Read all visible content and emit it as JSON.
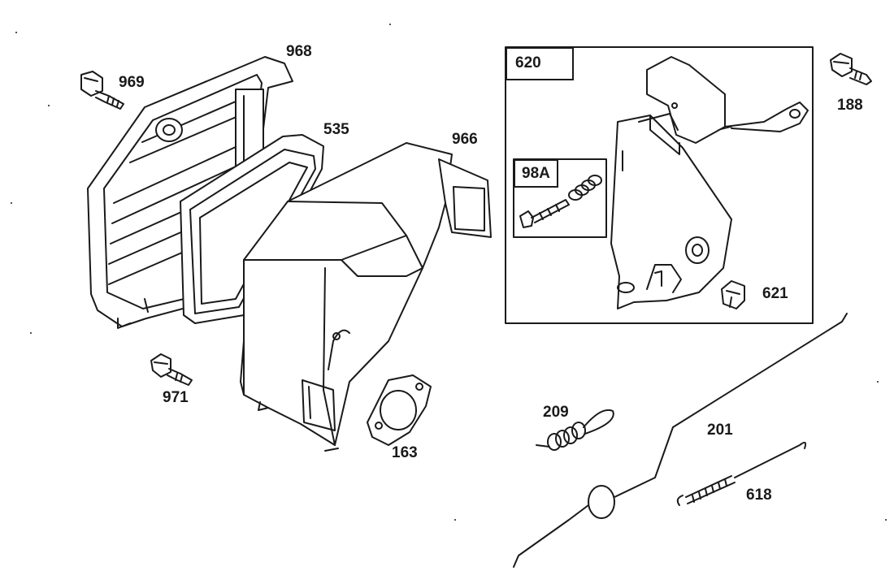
{
  "labels": {
    "p968": "968",
    "p969": "969",
    "p535": "535",
    "p966": "966",
    "p971": "971",
    "p163": "163",
    "p620": "620",
    "p98a": "98A",
    "p188": "188",
    "p621": "621",
    "p209": "209",
    "p201": "201",
    "p618": "618"
  },
  "colors": {
    "ink": "#1a1a1a",
    "paper": "#ffffff",
    "shade": "#dcdcdc"
  }
}
